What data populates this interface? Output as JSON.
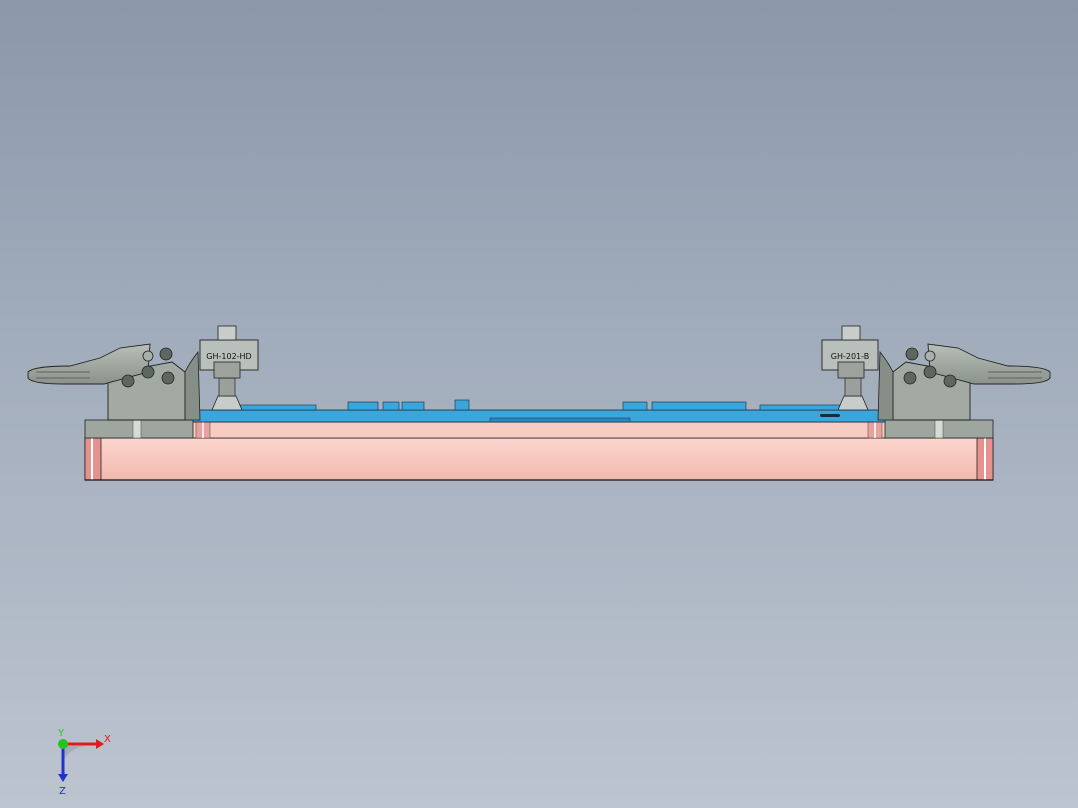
{
  "viewport": {
    "name": "cad-graphics-viewport",
    "background_top": "#8a98aa",
    "background_bottom": "#bcc4cf"
  },
  "model": {
    "part_colors": {
      "base_plate": "#f7c6bc",
      "base_plate_edge": "#e89b98",
      "fixture_plate": "#3aa6dc",
      "fixture_plate_dark": "#2c86bd",
      "clamp_body": "#9aa39b",
      "clamp_dark": "#6d766f",
      "bracket": "#a7aaa5"
    },
    "clamp_labels": {
      "left": "GH-102-HD",
      "right": "GH-201-B"
    }
  },
  "triad": {
    "x_label": "X",
    "y_label": "Y",
    "z_label": "Z",
    "x_color": "#e01b1b",
    "y_color": "#22c41e",
    "z_color": "#2233cc"
  }
}
